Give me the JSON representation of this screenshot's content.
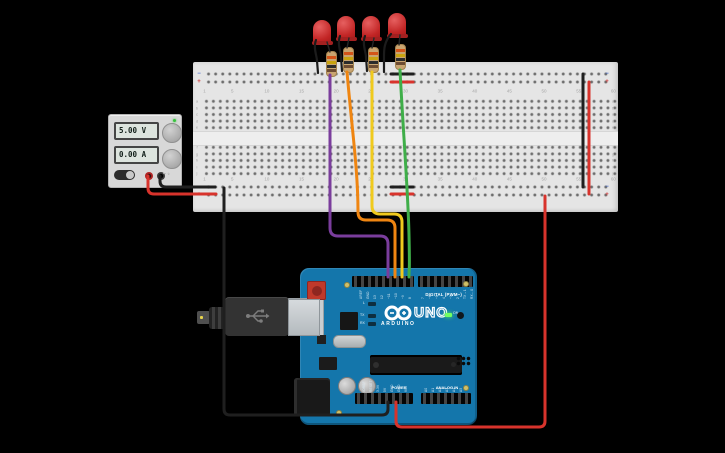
{
  "scene": {
    "background": "#000000",
    "app": "circuit-simulator-canvas"
  },
  "power_supply": {
    "voltage_display": "5.00 V",
    "current_display": "0.00 A",
    "knobs": [
      "voltage-knob",
      "current-knob"
    ],
    "indicator": "power-on-led",
    "terminals": [
      "positive-red",
      "negative-black"
    ]
  },
  "breadboard": {
    "column_labels": [
      1,
      5,
      10,
      15,
      20,
      25,
      30,
      35,
      40,
      45,
      50,
      55,
      60
    ],
    "row_letters_top": [
      "a",
      "b",
      "c",
      "d",
      "e"
    ],
    "row_letters_bottom": [
      "f",
      "g",
      "h",
      "i",
      "j"
    ],
    "rail_neg": "−",
    "rail_pos": "+"
  },
  "arduino": {
    "model": "UNO",
    "brand": "ARDUINO",
    "digital_label": "DIGITAL (PWM~)",
    "power_label": "POWER",
    "analog_label": "ANALOG IN",
    "on_label": "ON",
    "led_labels": [
      "L",
      "TX",
      "RX"
    ],
    "digital_pins": [
      "AREF",
      "GND",
      "13",
      "12",
      "~11",
      "~10",
      "~9",
      "8",
      "7",
      "~6",
      "~5",
      "4",
      "~3",
      "2",
      "TX→1",
      "RX←0"
    ],
    "power_pins": [
      "IOREF",
      "RESET",
      "3.3V",
      "5V",
      "GND",
      "GND",
      "VIN"
    ],
    "analog_pins": [
      "A0",
      "A1",
      "A2",
      "A3",
      "A4",
      "A5"
    ]
  },
  "components": {
    "leds": [
      {
        "id": "led-1",
        "color": "red"
      },
      {
        "id": "led-2",
        "color": "red"
      },
      {
        "id": "led-3",
        "color": "red"
      },
      {
        "id": "led-4",
        "color": "red"
      }
    ],
    "resistors": [
      {
        "id": "resistor-1"
      },
      {
        "id": "resistor-2"
      },
      {
        "id": "resistor-3"
      },
      {
        "id": "resistor-4"
      }
    ],
    "usb_cable": {
      "id": "usb-plug"
    }
  },
  "colors": {
    "background": "#000000",
    "breadboard": "#e5e5e5",
    "arduino_blue": "#1476ab",
    "wire_red": "#d8332c",
    "wire_black": "#1f1f1f",
    "wire_purple": "#7a3d9c",
    "wire_orange": "#ef8511",
    "wire_yellow": "#f0ca1d",
    "wire_green": "#3fae49",
    "led_red": "#c22525",
    "resistor_tan": "#c9a571"
  }
}
